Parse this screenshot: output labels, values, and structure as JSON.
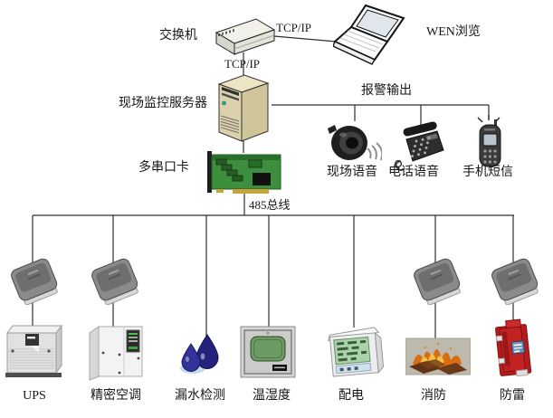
{
  "colors": {
    "line": "#2e2e2e",
    "server_beige": "#dbd2ab",
    "pcb_green": "#3d8f3d",
    "drop_blue": "#23237d",
    "screen_green": "#6b9a63",
    "lcd_green": "#a9d4a9",
    "flame_orange": "#d96d12",
    "flame_yellow": "#f3c244",
    "surge_red": "#c32222"
  },
  "network": {
    "switch_label": "交换机",
    "tcpip_lan": "TCP/IP",
    "tcpip_server": "TCP/IP",
    "browser_label": "WEN浏览",
    "switch_icon": "network-switch-icon",
    "browser_icon": "laptop-icon"
  },
  "server": {
    "label": "现场监控服务器",
    "icon": "server-tower-icon"
  },
  "alarm": {
    "label": "报警输出",
    "outputs": [
      {
        "label": "现场语音",
        "icon": "speaker-icon"
      },
      {
        "label": "电话语音",
        "icon": "telephone-icon"
      },
      {
        "label": "手机短信",
        "icon": "mobile-phone-icon"
      }
    ]
  },
  "serial_card": {
    "label": "多串口卡",
    "icon": "serial-card-icon"
  },
  "bus": {
    "label": "485总线"
  },
  "devices": [
    {
      "label": "UPS",
      "icon": "ups-icon",
      "has_module": true
    },
    {
      "label": "精密空调",
      "icon": "air-conditioner-icon",
      "has_module": true
    },
    {
      "label": "漏水检测",
      "icon": "water-leak-icon",
      "has_module": false
    },
    {
      "label": "温湿度",
      "icon": "temp-humidity-icon",
      "has_module": false
    },
    {
      "label": "配电",
      "icon": "power-meter-icon",
      "has_module": false
    },
    {
      "label": "消防",
      "icon": "fire-icon",
      "has_module": true
    },
    {
      "label": "防雷",
      "icon": "surge-protector-icon",
      "has_module": true
    }
  ]
}
